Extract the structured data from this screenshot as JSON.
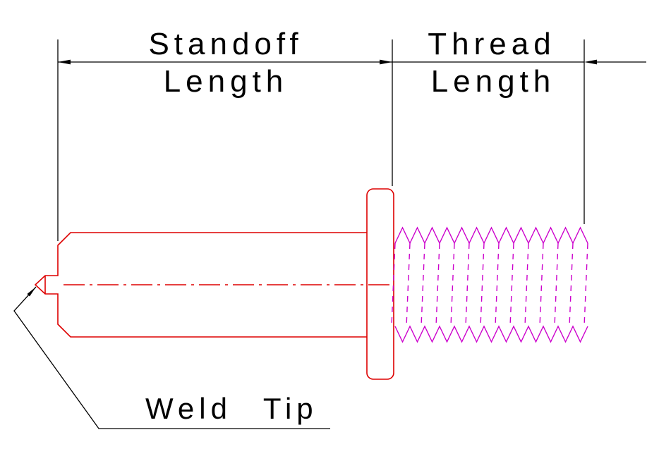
{
  "labels": {
    "standoff": {
      "line1": "Standoff",
      "line2": "Length"
    },
    "thread": {
      "line1": "Thread",
      "line2": "Length"
    },
    "weld_tip": "Weld Tip"
  },
  "colors": {
    "outline": "#dd0000",
    "thread": "#cc00cc",
    "dimension": "#000000",
    "background": "#ffffff"
  }
}
